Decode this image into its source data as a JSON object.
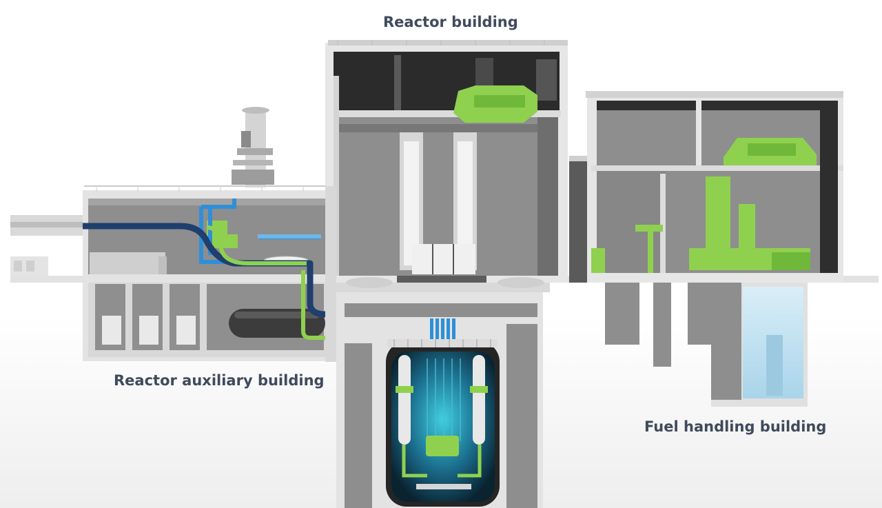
{
  "labels": {
    "reactor_building": "Reactor building",
    "reactor_auxiliary_building": "Reactor auxiliary building",
    "fuel_handling_building": "Fuel handling building"
  },
  "colors": {
    "wall": "#e6e6e6",
    "interior": "#8e8e8e",
    "dark_interior": "#2b2b2b",
    "equipment_green": "#8fd14f",
    "coolant_pipe": "#1f3f6e",
    "secondary_pipe": "#2f8fd8",
    "reactor_core": "#1b6f8f",
    "label_text": "#3f4a5c"
  }
}
